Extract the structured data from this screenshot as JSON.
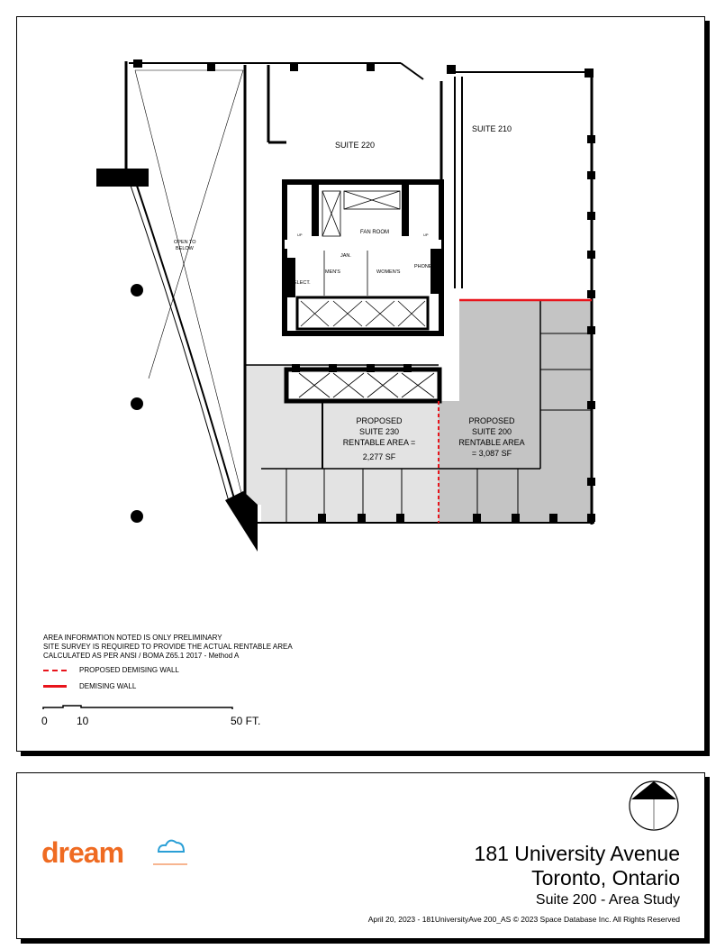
{
  "plan": {
    "labels": {
      "suite_220": "SUITE 220",
      "suite_210": "SUITE 210",
      "open_to_below_1": "OPEN TO",
      "open_to_below_2": "BELOW",
      "fan_room": "FAN ROOM",
      "jan": "JAN.",
      "mens": "MEN'S",
      "womens": "WOMEN'S",
      "phone": "PHONE",
      "elect": "ELECT.",
      "up1": "UP",
      "up2": "UP"
    },
    "suite_230": {
      "line1": "PROPOSED",
      "line2": "SUITE 230",
      "line3": "RENTABLE AREA =",
      "line4": "2,277 SF"
    },
    "suite_200": {
      "line1": "PROPOSED",
      "line2": "SUITE 200",
      "line3": "RENTABLE AREA",
      "line4": "= 3,087 SF"
    },
    "colors": {
      "suite_230_fill": "#e3e3e3",
      "suite_200_fill": "#c4c4c4",
      "demising": "#e8141b"
    }
  },
  "notes": [
    "AREA INFORMATION NOTED IS ONLY PRELIMINARY",
    "SITE SURVEY IS REQUIRED TO PROVIDE THE ACTUAL RENTABLE AREA",
    "CALCULATED AS PER ANSI / BOMA Z65.1 2017 - Method A"
  ],
  "legend": {
    "proposed_demising_wall": "PROPOSED DEMISING WALL",
    "demising_wall": "DEMISING WALL"
  },
  "scale": {
    "zero": "0",
    "ten": "10",
    "fifty": "50 FT."
  },
  "title_block": {
    "logo_text": "dream",
    "address_line1": "181 University Avenue",
    "address_line2": "Toronto, Ontario",
    "subtitle": "Suite 200  - Area Study",
    "footer": "April 20, 2023 - 181UniversityAve 200_AS  © 2023 Space Database Inc. All Rights Reserved"
  }
}
